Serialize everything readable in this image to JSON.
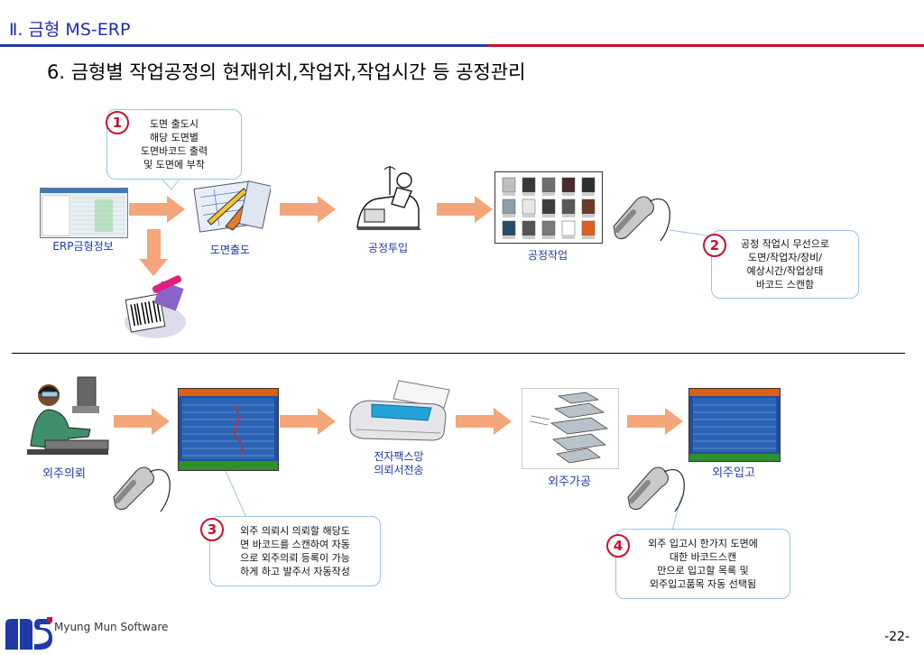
{
  "header": {
    "section": "Ⅱ. 금형 MS-ERP",
    "title": "6. 금형별 작업공정의 현재위치,작업자,작업시간 등 공정관리"
  },
  "top_flow": {
    "erp_label": "ERP금형정보",
    "drawing_label": "도면출도",
    "input_label": "공정투입",
    "work_label": "공정작업"
  },
  "bottom_flow": {
    "request_label": "외주의뢰",
    "fax_label_1": "전자팩스망",
    "fax_label_2": "의뢰서전송",
    "processing_label": "외주가공",
    "receiving_label": "외주입고"
  },
  "callouts": {
    "c1": {
      "num": "1",
      "lines": [
        "도면 출도시",
        "해당 도면별",
        "도면바코드 출력",
        "및 도면에 부착"
      ]
    },
    "c2": {
      "num": "2",
      "lines": [
        "공정 작업시 무선으로",
        "도면/작업자/장비/",
        "예상시간/작업상태",
        "바코드 스캔함"
      ]
    },
    "c3": {
      "num": "3",
      "lines": [
        "외주 의뢰시 의뢰할 해당도",
        "면 바코드를 스캔하여 자동",
        "으로 외주의뢰 등록이 가능",
        "하게 하고 발주서 자동작성"
      ]
    },
    "c4": {
      "num": "4",
      "lines": [
        "외주 입고시 한가지 도면에",
        "대한 바코드스캔",
        "만으로 입고할 목록 및",
        "외주입고품목 자동 선택됨"
      ]
    }
  },
  "footer": {
    "company": "Myung Mun Software",
    "page": "-22-"
  },
  "colors": {
    "arrow": "#f4a57a",
    "blue": "#1f3aa8",
    "red": "#c8102e",
    "callout_border": "#9cc3e6"
  }
}
